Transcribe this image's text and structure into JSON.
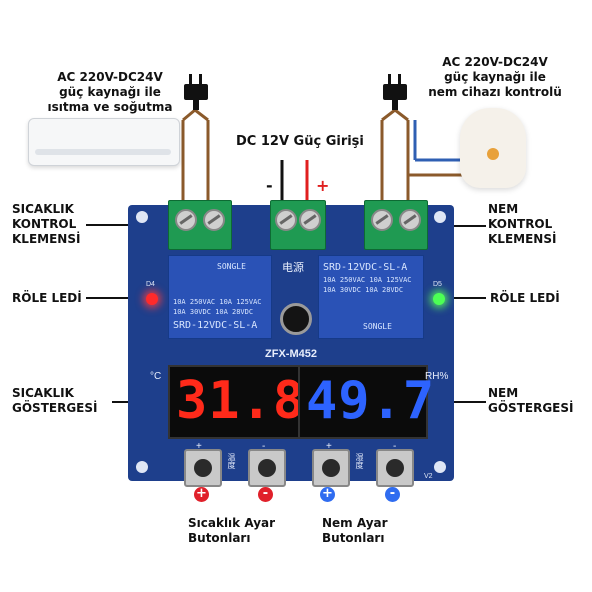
{
  "labels": {
    "ac_left_line1": "AC 220V-DC24V",
    "ac_left_line2": "güç kaynağı ile",
    "ac_left_line3": "ısıtma ve soğutma",
    "ac_right_line1": "AC 220V-DC24V",
    "ac_right_line2": "güç kaynağı ile",
    "ac_right_line3": "nem cihazı kontrolü",
    "dc_input": "DC 12V Güç Girişi",
    "minus": "-",
    "plus": "+",
    "temp_terminal_line1": "SICAKLIK",
    "temp_terminal_line2": "KONTROL",
    "temp_terminal_line3": "KLEMENSİ",
    "hum_terminal_line1": "NEM",
    "hum_terminal_line2": "KONTROL",
    "hum_terminal_line3": "KLEMENSİ",
    "relay_led_left": "RÖLE LEDİ",
    "relay_led_right": "RÖLE LEDİ",
    "temp_display_line1": "SICAKLIK",
    "temp_display_line2": "GÖSTERGESİ",
    "hum_display_line1": "NEM",
    "hum_display_line2": "GÖSTERGESİ",
    "temp_buttons_line1": "Sıcaklık Ayar",
    "temp_buttons_line2": "Butonları",
    "hum_buttons_line1": "Nem Ayar",
    "hum_buttons_line2": "Butonları"
  },
  "board": {
    "model": "ZFX-M452",
    "power_label": "电源",
    "rh_label": "RH%",
    "temp_unit": "°C",
    "relay_left_brand": "SONGLE",
    "relay_left_lines": [
      "10A 250VAC  10A 125VAC",
      "10A  30VDC  10A  28VDC"
    ],
    "relay_left_model": "SRD-12VDC-SL-A",
    "relay_right_brand": "SONGLE",
    "relay_right_model": "SRD-12VDC-SL-A",
    "relay_right_lines": [
      "10A 250VAC  10A 125VAC",
      "10A  30VDC  10A  28VDC"
    ],
    "temp_reading": "31.8",
    "hum_reading": "49.7",
    "btn_temp_plus": "+",
    "btn_temp_minus": "-",
    "btn_hum_plus": "+",
    "btn_hum_minus": "-",
    "btn_temp_label": "温度",
    "btn_hum_label": "湿度",
    "led_left_tag": "D4",
    "led_right_tag": "D5",
    "corner_tag": "V2"
  },
  "colors": {
    "temp_display": "#ff2a1a",
    "hum_display": "#2d63ff",
    "board": "#1e3f8c",
    "terminal": "#1f9a52",
    "plus_sign": "#e0202a",
    "minus_sign": "#e0202a",
    "hum_plus_sign": "#2f6cf0",
    "hum_minus_sign": "#2f6cf0"
  }
}
